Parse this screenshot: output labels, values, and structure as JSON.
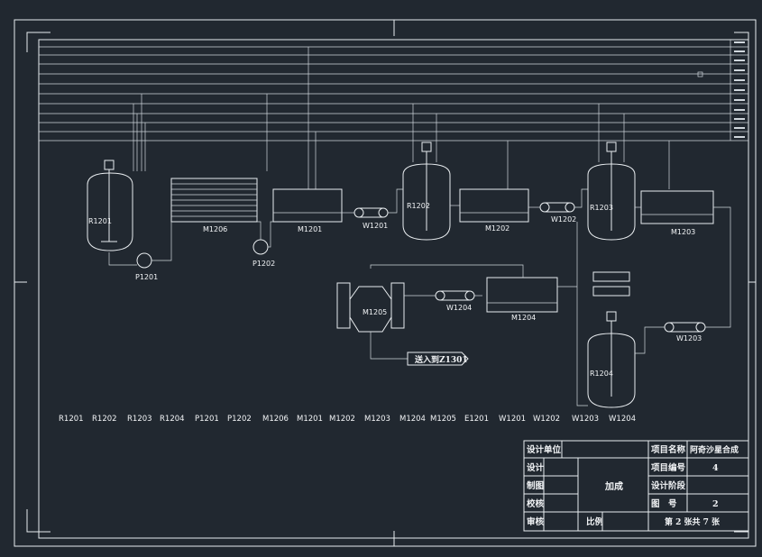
{
  "equipment_labels": {
    "R1201": "R1201",
    "R1202": "R1202",
    "R1203": "R1203",
    "R1204": "R1204",
    "M1201": "M1201",
    "M1202": "M1202",
    "M1203": "M1203",
    "M1204": "M1204",
    "M1205": "M1205",
    "M1206": "M1206",
    "W1201": "W1201",
    "W1202": "W1202",
    "W1203": "W1203",
    "W1204": "W1204",
    "P1201": "P1201",
    "P1202": "P1202"
  },
  "outlet_label": "送入到Z1301",
  "legend": [
    "R1201",
    "R1202",
    "R1203",
    "R1204",
    "P1201",
    "P1202",
    "M1206",
    "M1201",
    "M1202",
    "M1203",
    "M1204",
    "M1205",
    "E1201",
    "W1201",
    "W1202",
    "W1203",
    "W1204"
  ],
  "title_block": {
    "design_unit_label": "设计单位",
    "design_label": "设计",
    "drafting_label": "制图",
    "check_label": "校核",
    "review_label": "审核",
    "project_name_label": "项目名称",
    "project_name_value": "阿奇沙星合成",
    "project_no_label": "项目编号",
    "project_no_value": "4",
    "design_stage_label": "设计阶段",
    "drawing_no_label": "图　号",
    "drawing_no_value": "2",
    "center_text": "加成",
    "scale_label": "比例",
    "sheet_text": "第  2  张共  7  张"
  },
  "colors": {
    "background": "#212830",
    "line": "#e8ecef"
  }
}
